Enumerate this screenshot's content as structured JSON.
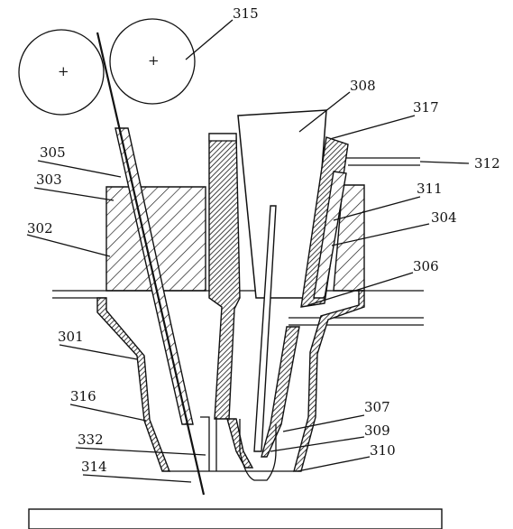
{
  "labels": {
    "l315": "315",
    "l308": "308",
    "l317": "317",
    "l305": "305",
    "l312": "312",
    "l303": "303",
    "l311": "311",
    "l304": "304",
    "l302": "302",
    "l306": "306",
    "l301": "301",
    "l316": "316",
    "l307": "307",
    "l309": "309",
    "l332": "332",
    "l310": "310",
    "l314": "314"
  }
}
